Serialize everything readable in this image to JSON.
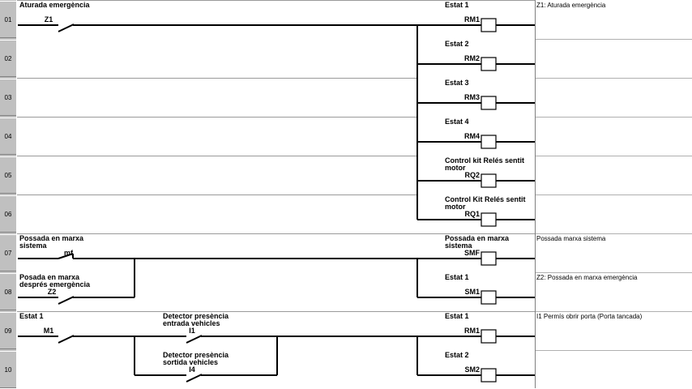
{
  "rows": [
    {
      "num": "01",
      "comment": "Z1: Aturada emergència"
    },
    {
      "num": "02",
      "comment": ""
    },
    {
      "num": "03",
      "comment": ""
    },
    {
      "num": "04",
      "comment": ""
    },
    {
      "num": "05",
      "comment": ""
    },
    {
      "num": "06",
      "comment": ""
    },
    {
      "num": "07",
      "comment": "Possada marxa sistema"
    },
    {
      "num": "08",
      "comment": "Z2: Possada en marxa emergència"
    },
    {
      "num": "09",
      "comment": "I1 Permís obrir porta (Porta tancada)"
    },
    {
      "num": "10",
      "comment": ""
    }
  ],
  "contacts": {
    "z1": {
      "label": "Aturada emergència",
      "name": "Z1"
    },
    "mf": {
      "label": "Possada en marxa sistema",
      "name": "mf"
    },
    "z2": {
      "label": "Posada en marxa després emergència",
      "name": "Z2"
    },
    "m1": {
      "label": "Estat 1",
      "name": "M1"
    },
    "i1": {
      "label": "Detector presència entrada vehicles",
      "name": "I1"
    },
    "i4": {
      "label": "Detector presència sortida vehicles",
      "name": "I4"
    }
  },
  "coils": {
    "rm1": {
      "label": "Estat 1",
      "name": "RM1"
    },
    "rm2": {
      "label": "Estat 2",
      "name": "RM2"
    },
    "rm3": {
      "label": "Estat 3",
      "name": "RM3"
    },
    "rm4": {
      "label": "Estat 4",
      "name": "RM4"
    },
    "rq2": {
      "label": "Control kit Relés sentit motor",
      "name": "RQ2"
    },
    "rq1": {
      "label": "Control Kit Relés sentit motor",
      "name": "RQ1"
    },
    "smf": {
      "label": "Possada en marxa sistema",
      "name": "SMF"
    },
    "sm1": {
      "label": "Estat 1",
      "name": "SM1"
    },
    "rm1b": {
      "label": "Estat 1",
      "name": "RM1"
    },
    "sm2": {
      "label": "Estat 2",
      "name": "SM2"
    }
  }
}
